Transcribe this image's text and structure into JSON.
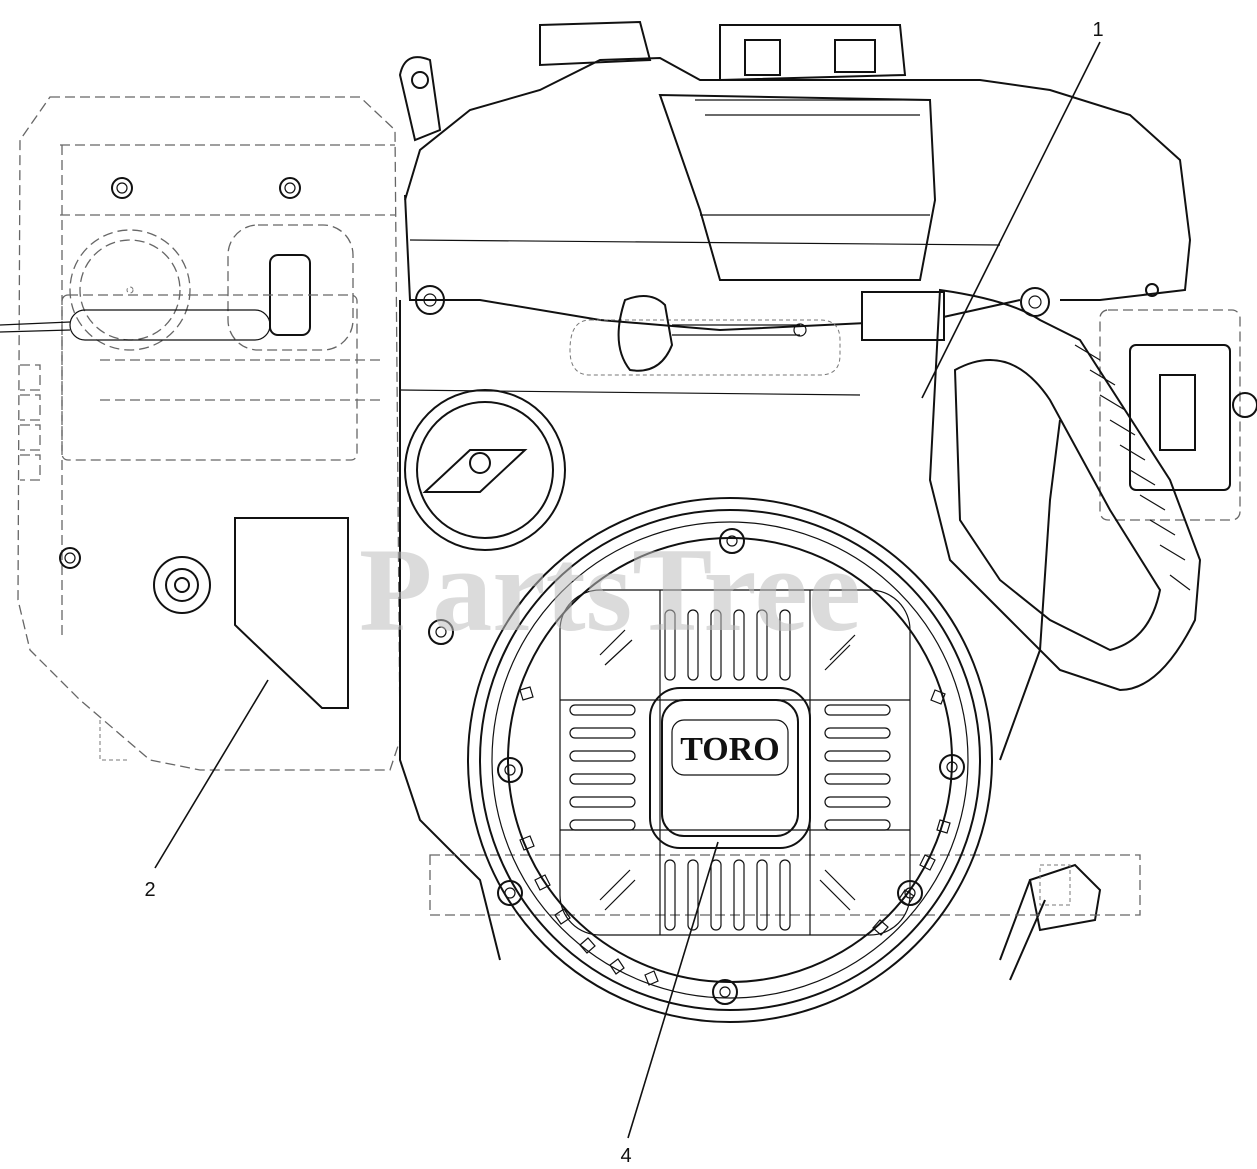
{
  "callouts": [
    {
      "id": "1",
      "label": "1"
    },
    {
      "id": "2",
      "label": "2"
    },
    {
      "id": "4",
      "label": "4"
    }
  ],
  "logo": {
    "text": "TORO"
  },
  "watermark": {
    "text": "PartsTree"
  }
}
